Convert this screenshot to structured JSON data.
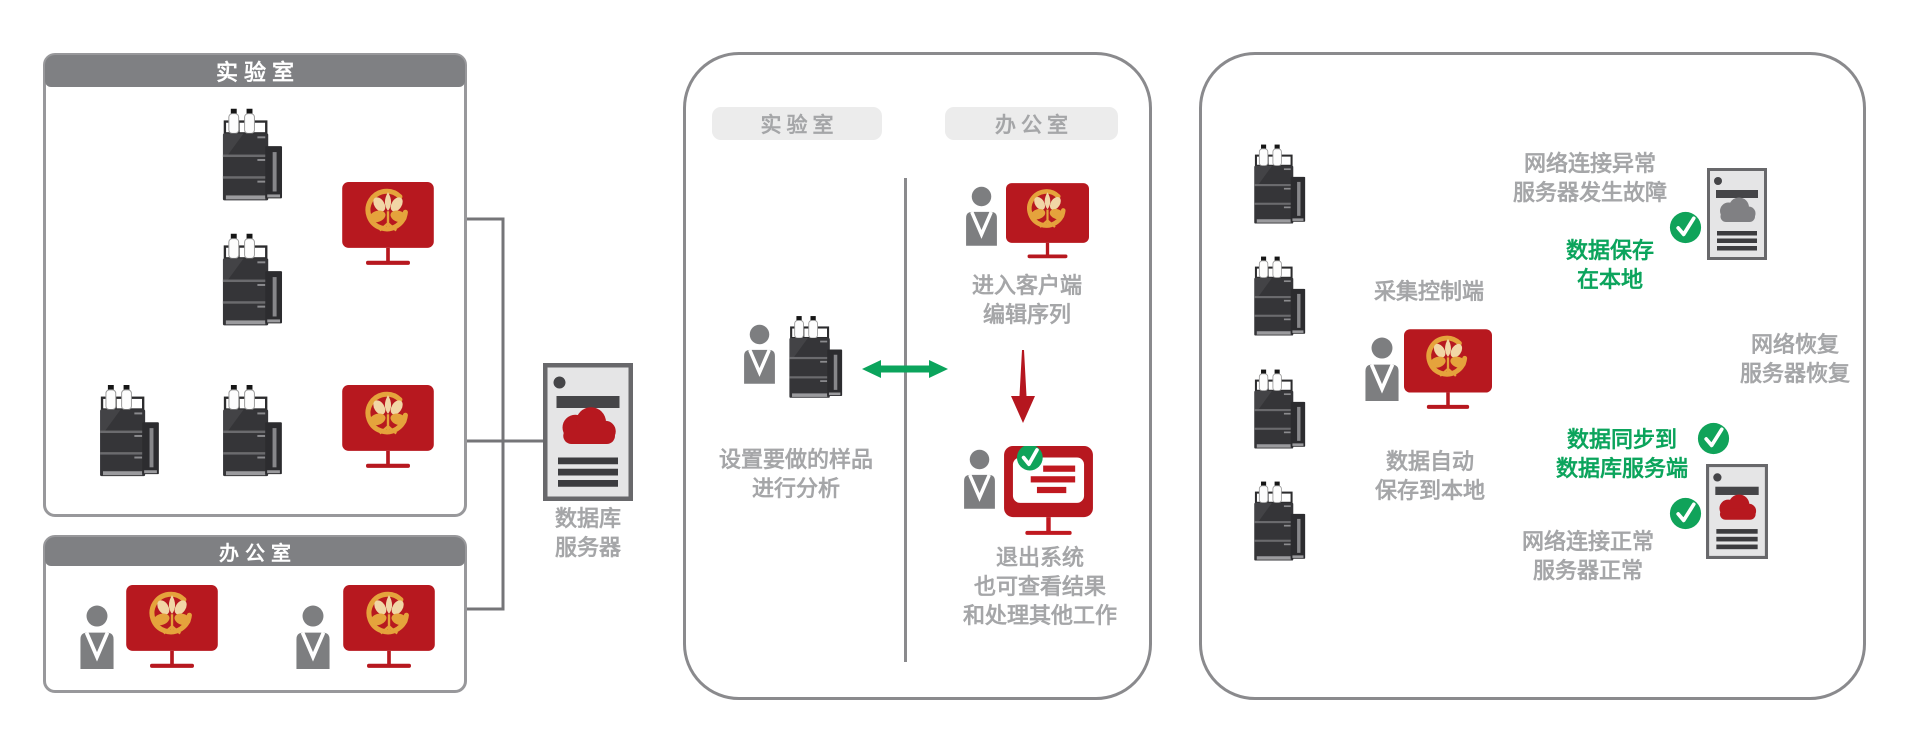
{
  "colors": {
    "brand_red": "#b7181f",
    "brand_gold": "#e5a33c",
    "brand_cream": "#f1d6a6",
    "status_green": "#0ba45c",
    "gray_text": "#a5a6a8",
    "gray_line": "#757578",
    "thick_gray": "#717174",
    "header_bg": "#7f8083",
    "panel_border": "#8a8a8d"
  },
  "icons": {
    "person": "person-icon",
    "instrument": "hplc-instrument-icon",
    "workstation": "workstation-monitor-icon",
    "results_monitor": "results-monitor-icon",
    "server": "database-server-icon",
    "cloud": "cloud-icon",
    "check": "check-badge-icon",
    "double_arrow": "double-arrow-icon",
    "down_arrow": "down-arrow-icon"
  },
  "lab_panel": {
    "title": "实验室"
  },
  "office_panel": {
    "title": "办公室"
  },
  "database_server": {
    "line1": "数据库",
    "line2": "服务器"
  },
  "workflow_panel": {
    "lab_pill": "实验室",
    "office_pill": "办公室",
    "setup_caption": {
      "line1": "设置要做的样品",
      "line2": "进行分析"
    },
    "client_caption": {
      "line1": "进入客户端",
      "line2": "编辑序列"
    },
    "logout_caption": {
      "line1": "退出系统",
      "line2": "也可查看结果",
      "line3": "和处理其他工作"
    }
  },
  "sync_panel": {
    "acquisition_label": "采集控制端",
    "autosave_caption": {
      "line1": "数据自动",
      "line2": "保存到本地"
    },
    "failure_caption": {
      "line1": "网络连接异常",
      "line2": "服务器发生故障"
    },
    "local_save_caption": {
      "line1": "数据保存",
      "line2": "在本地"
    },
    "recovery_caption": {
      "line1": "网络恢复",
      "line2": "服务器恢复"
    },
    "sync_caption": {
      "line1": "数据同步到",
      "line2": "数据库服务端"
    },
    "normal_caption": {
      "line1": "网络连接正常",
      "line2": "服务器正常"
    }
  }
}
